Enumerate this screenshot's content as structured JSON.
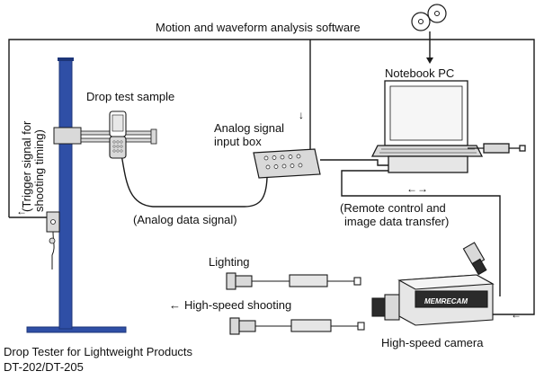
{
  "labels": {
    "software": "Motion and waveform analysis software",
    "notebook": "Notebook PC",
    "trigger_line1": "(Trigger signal for",
    "trigger_line2": "shooting timing)",
    "sample": "Drop test sample",
    "analog_box_line1": "Analog signal",
    "analog_box_line2": "input box",
    "analog_data": "(Analog data signal)",
    "remote_line1": "(Remote control and",
    "remote_line2": "image data transfer)",
    "lighting": "Lighting",
    "high_speed_shooting": "High-speed shooting",
    "camera": "High-speed camera",
    "tester_line1": "Drop Tester for Lightweight Products",
    "tester_line2": "DT-202/DT-205",
    "camera_brand": "MEMRECAM"
  },
  "glyphs": {
    "arrow_left": "←",
    "arrow_down": "↓",
    "arrow_both": "←→"
  },
  "colors": {
    "tester_blue": "#2f4fa6",
    "tester_blue_dark": "#1d3578",
    "line": "#1a1a1a",
    "device_gray": "#d9d9d9",
    "camera_dark": "#2b2b2b"
  }
}
